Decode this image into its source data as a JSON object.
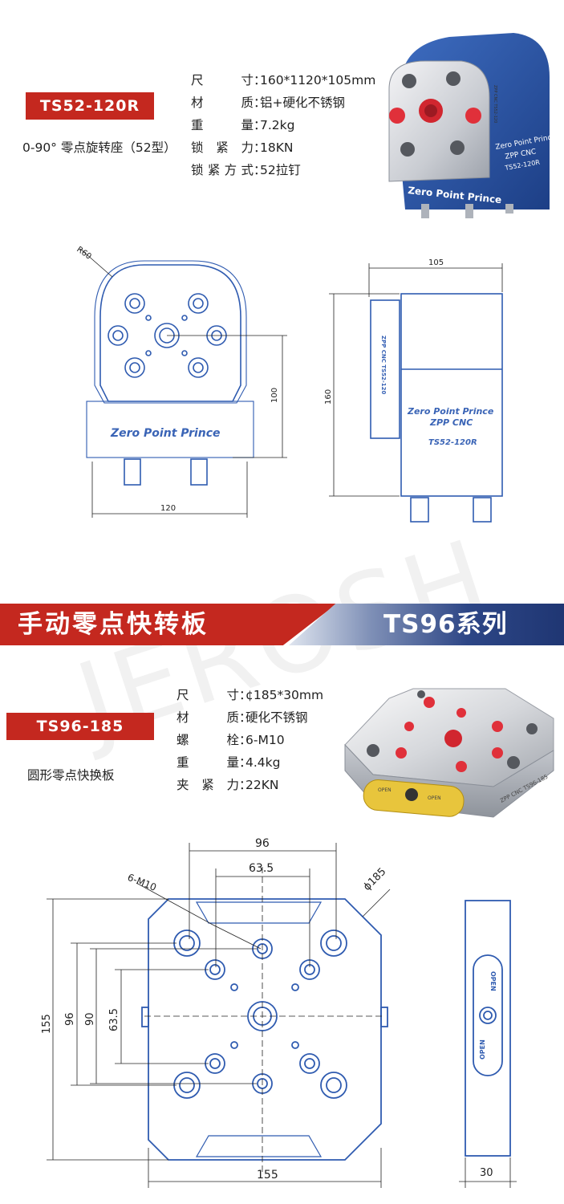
{
  "top": {
    "model_badge": "TS52-120R",
    "description": "0-90° 零点旋转座（52型）",
    "specs": [
      {
        "label": "尺寸",
        "value": "160*1120*105mm"
      },
      {
        "label": "材质",
        "value": "铝+硬化不锈钢"
      },
      {
        "label": "重量",
        "value": "7.2kg"
      },
      {
        "label": "锁紧力",
        "value": "18KN"
      },
      {
        "label": "锁紧方式",
        "value": "52拉钉"
      }
    ],
    "photo_text": {
      "brand": "Zero Point Prince",
      "side_line1": "Zero Point Prince",
      "side_line2": "ZPP CNC",
      "side_line3": "TS52-120R",
      "plate_vertical": "ZPP CNC TS52-120"
    },
    "drawing": {
      "radius_label": "R60",
      "width_label": "120",
      "height_100": "100",
      "brand_text": "Zero Point Prince",
      "side_width": "105",
      "side_height": "160",
      "side_line1": "Zero Point Prince",
      "side_line2": "ZPP CNC",
      "side_line3": "TS52-120R",
      "side_vertical": "ZPP CNC TS52-120"
    }
  },
  "banner": {
    "left_text": "手动零点快转板",
    "right_text": "TS96系列"
  },
  "watermark": "JEROSH",
  "bottom": {
    "model_badge": "TS96-185",
    "description": "圆形零点快换板",
    "specs": [
      {
        "label": "尺寸",
        "value": "¢185*30mm"
      },
      {
        "label": "材质",
        "value": "硬化不锈钢"
      },
      {
        "label": "螺栓",
        "value": "6-M10"
      },
      {
        "label": "重量",
        "value": "4.4kg"
      },
      {
        "label": "夹紧力",
        "value": "22KN"
      }
    ],
    "photo_text": {
      "open1": "OPEN",
      "open2": "OPEN",
      "side": "ZPP CNC TS96-185"
    },
    "drawing": {
      "dim_96_top": "96",
      "dim_63_top": "63.5",
      "bolt_label": "6-M10",
      "diameter_label": "ϕ185",
      "dim_155_left": "155",
      "dim_96_left": "96",
      "dim_90_left": "90",
      "dim_63_left": "63.5",
      "dim_155_bottom": "155",
      "side_open1": "OPEN",
      "side_open2": "OPEN",
      "side_thickness": "30"
    }
  },
  "colors": {
    "accent_red": "#c4281f",
    "drawing_blue": "#2f5bb0",
    "navy": "#1f3673",
    "product_blue": "#2a59a8"
  }
}
